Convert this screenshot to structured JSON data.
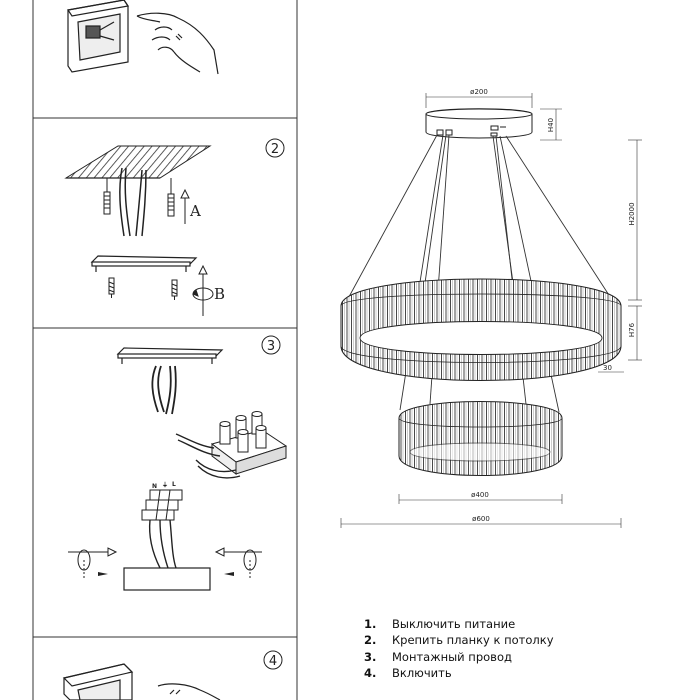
{
  "panels": [
    {
      "id": "power-off"
    },
    {
      "id": "mount-bracket",
      "step_number": "2",
      "label_a": "A",
      "label_b": "B"
    },
    {
      "id": "connect-wiring",
      "step_number": "3",
      "wire_marks": [
        "N",
        "⏚",
        "L"
      ]
    },
    {
      "id": "power-on",
      "step_number": "4"
    }
  ],
  "dimensions": {
    "canopy_diameter": "ø200",
    "canopy_height": "H40",
    "suspension_height": "H2000",
    "ring_height": "H76",
    "ring_thickness": "30",
    "small_ring_diameter": "ø400",
    "large_ring_diameter": "ø600"
  },
  "instructions": [
    {
      "number": "1.",
      "text": "Выключить питание"
    },
    {
      "number": "2.",
      "text": "Крепить планку к потолку"
    },
    {
      "number": "3.",
      "text": "Монтажный провод"
    },
    {
      "number": "4.",
      "text": "Включить"
    }
  ]
}
